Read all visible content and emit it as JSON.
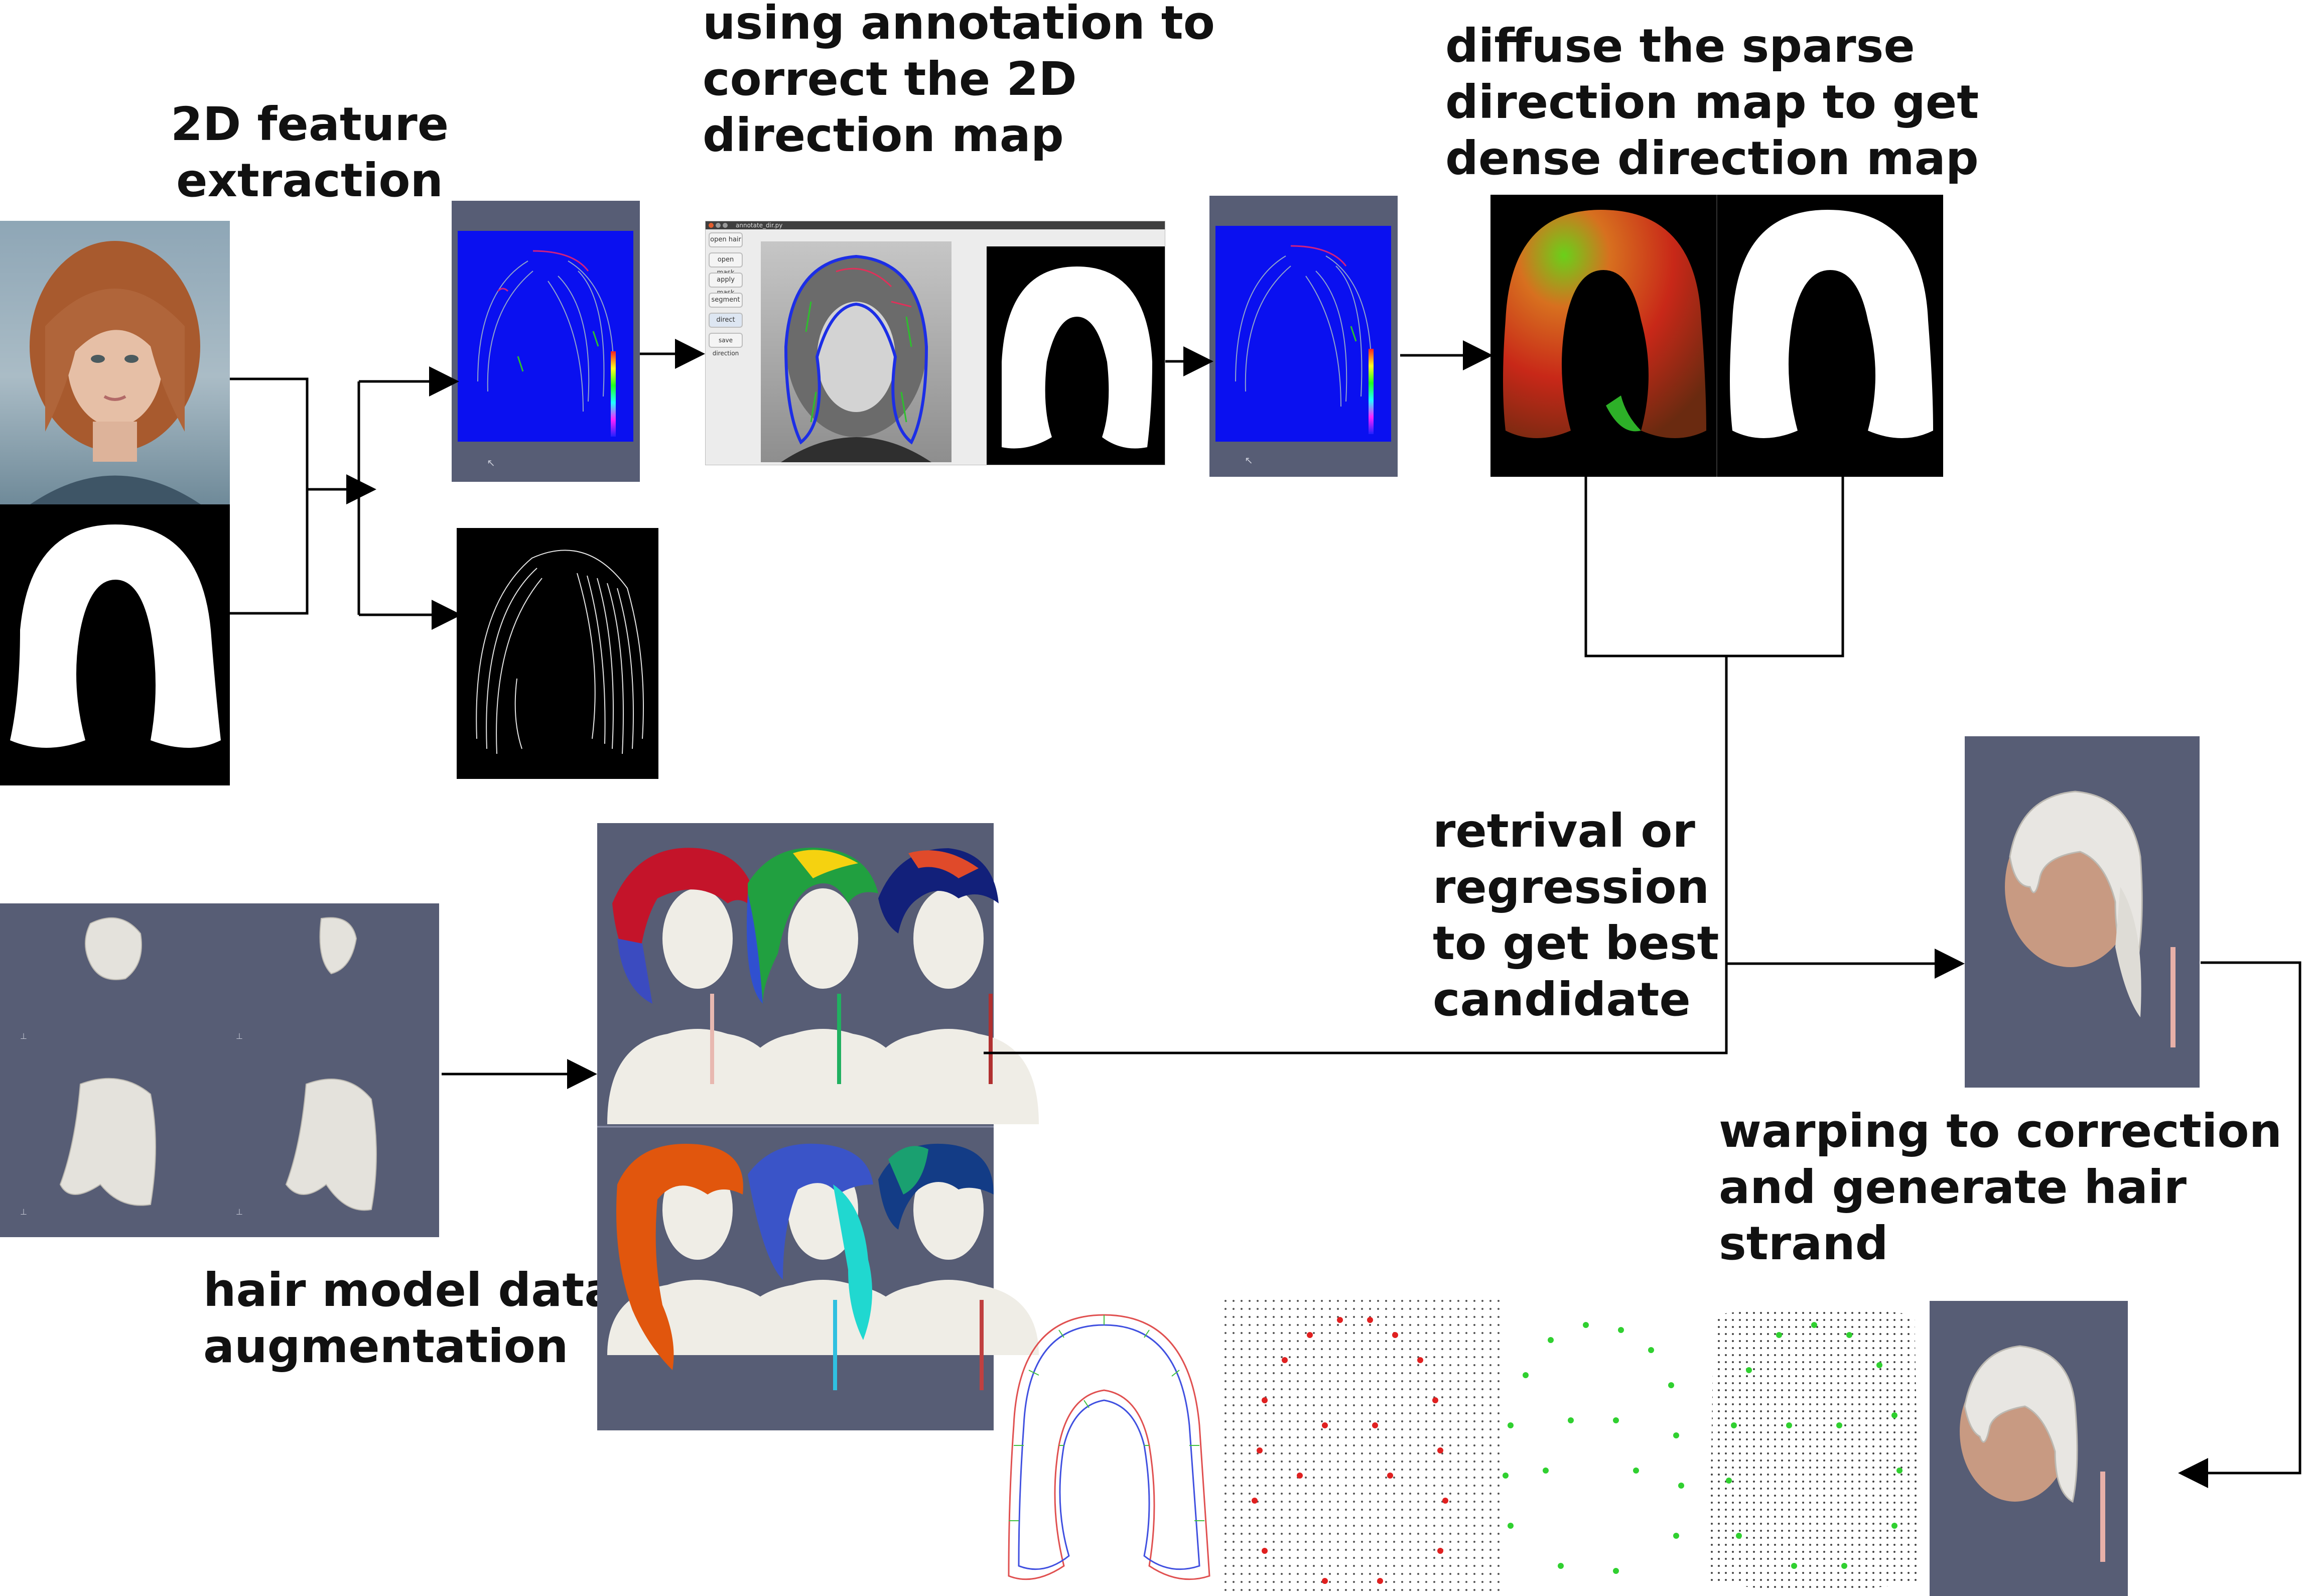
{
  "labels": {
    "feature_extraction": "2D  feature\nextraction",
    "annotation": "using annotation to\ncorrect the 2D\ndirection map",
    "diffuse": "diffuse the sparse\ndirection map to get\ndense direction map",
    "retrieval": "retrival or\nregression\nto get best\ncandidate",
    "warping": "warping to correction\nand generate hair\nstrand",
    "augmentation": "hair model  data\naugmentation"
  },
  "annotation_tool": {
    "window_title": "annotate_dir.py",
    "buttons": [
      "open hair",
      "open mask",
      "apply mask",
      "segment",
      "direct",
      "save direction"
    ]
  },
  "icons": {
    "arrow": "arrow-right-icon",
    "axes": "axes-triad-icon"
  },
  "colors": {
    "slate_bg": "#575d75",
    "direction_blue": "#0a10f0",
    "hair_auburn": "#b0653a",
    "mask_black": "#000000",
    "mask_white": "#ffffff"
  }
}
